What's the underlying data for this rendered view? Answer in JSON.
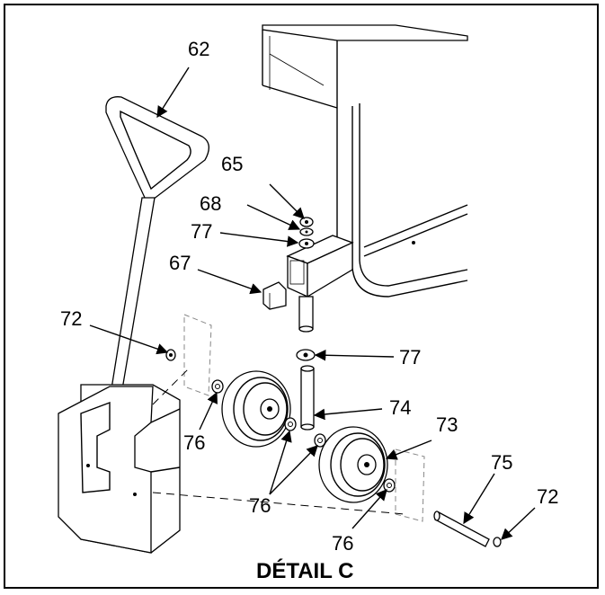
{
  "caption": "DÉTAIL C",
  "callouts": [
    {
      "id": "62",
      "label": "62"
    },
    {
      "id": "65",
      "label": "65"
    },
    {
      "id": "68",
      "label": "68"
    },
    {
      "id": "77a",
      "label": "77"
    },
    {
      "id": "67",
      "label": "67"
    },
    {
      "id": "72a",
      "label": "72"
    },
    {
      "id": "77b",
      "label": "77"
    },
    {
      "id": "74",
      "label": "74"
    },
    {
      "id": "73",
      "label": "73"
    },
    {
      "id": "76a",
      "label": "76"
    },
    {
      "id": "76b",
      "label": "76"
    },
    {
      "id": "75",
      "label": "75"
    },
    {
      "id": "72b",
      "label": "72"
    },
    {
      "id": "76c",
      "label": "76"
    }
  ]
}
